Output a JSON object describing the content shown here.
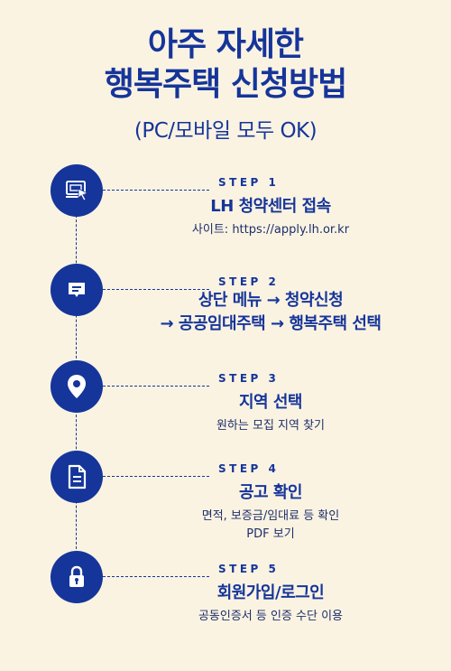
{
  "header": {
    "title_line1": "아주 자세한",
    "title_line2": "행복주택 신청방법",
    "subtitle": "(PC/모바일 모두 OK)"
  },
  "colors": {
    "background": "#FBF3E2",
    "primary": "#15359A"
  },
  "steps": [
    {
      "label": "STEP 1",
      "icon": "computer-cursor-icon",
      "title": "LH 청약센터 접속",
      "desc": "사이트: https://apply.lh.or.kr"
    },
    {
      "label": "STEP 2",
      "icon": "message-box-icon",
      "title_line1": "상단 메뉴 → 청약신청",
      "title_line2": "→ 공공임대주택 → 행복주택 선택"
    },
    {
      "label": "STEP 3",
      "icon": "location-pin-icon",
      "title": "지역 선택",
      "desc": "원하는 모집 지역 찾기"
    },
    {
      "label": "STEP 4",
      "icon": "document-icon",
      "title": "공고 확인",
      "desc_line1": "면적, 보증금/임대료 등 확인",
      "desc_line2": "PDF 보기"
    },
    {
      "label": "STEP 5",
      "icon": "lock-icon",
      "title": "회원가입/로그인",
      "desc": "공동인증서 등 인증 수단 이용"
    }
  ]
}
